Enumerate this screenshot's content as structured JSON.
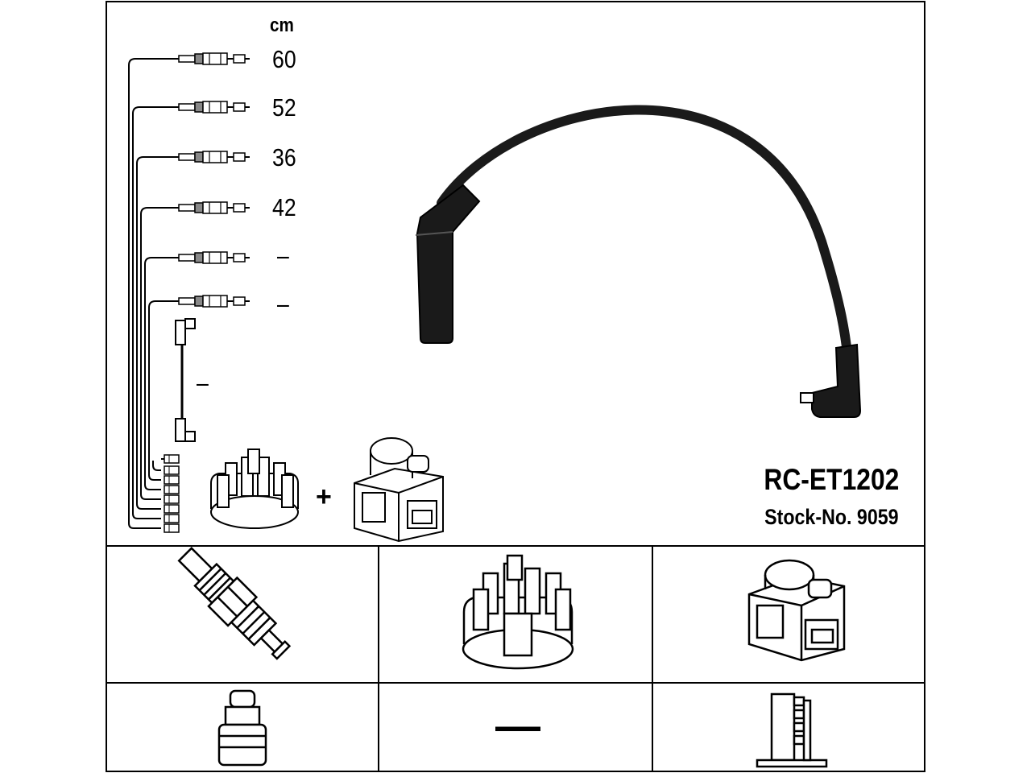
{
  "header": {
    "unit_label": "cm"
  },
  "cable_lengths": [
    "60",
    "52",
    "36",
    "42",
    "–",
    "–"
  ],
  "coil_lead_length": "–",
  "plus_sign": "+",
  "product": {
    "part_number": "RC-ET1202",
    "stock_number": "Stock-No. 9059"
  },
  "components_table": {
    "row1": [
      "spark-plug-icon",
      "distributor-cap-icon",
      "ignition-coil-icon"
    ],
    "row2": [
      "plug-connector-icon",
      "dash",
      "coil-connector-icon"
    ],
    "row2_center_value": "—"
  },
  "colors": {
    "line": "#000000",
    "cable": "#1a1a1a",
    "background": "#ffffff"
  }
}
